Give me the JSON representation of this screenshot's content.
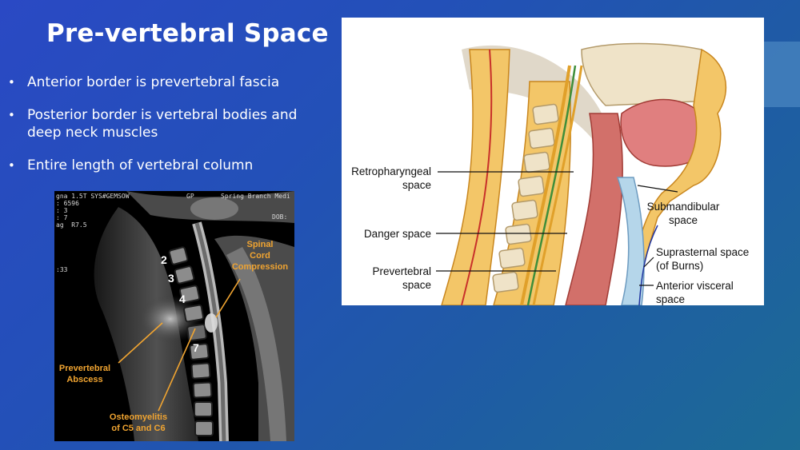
{
  "slide": {
    "title": "Pre-vertebral Space",
    "bullets": [
      "Anterior border is prevertebral fascia",
      "Posterior border is vertebral bodies and deep neck muscles",
      "Entire length of vertebral column"
    ],
    "bullet_glyph": "•"
  },
  "mri": {
    "header_left": "gna 1.5T SYS#GEMSOW\n: 6596\n: 3\n: 7\nag  R7.5",
    "header_mid": "GP",
    "header_right": "Spring Branch Medi",
    "dob": "DOB:",
    "side_label": ":33",
    "vertebra_labels": [
      "2",
      "3",
      "4",
      "7"
    ],
    "annotations": {
      "cord": "Spinal\nCord\nCompression",
      "abscess": "Prevertebral\nAbscess",
      "osteo": "Osteomyelitis\nof C5 and C6"
    }
  },
  "anatomy": {
    "labels": {
      "retro": "Retropharyngeal\nspace",
      "danger": "Danger space",
      "prevert": "Prevertebral\nspace",
      "submand": "Submandibular\nspace",
      "suprasternal": "Suprasternal space\n(of Burns)",
      "visceral": "Anterior visceral\nspace"
    }
  },
  "colors": {
    "annotation_orange": "#f0a431",
    "accent_bar": "#4a86c0"
  }
}
